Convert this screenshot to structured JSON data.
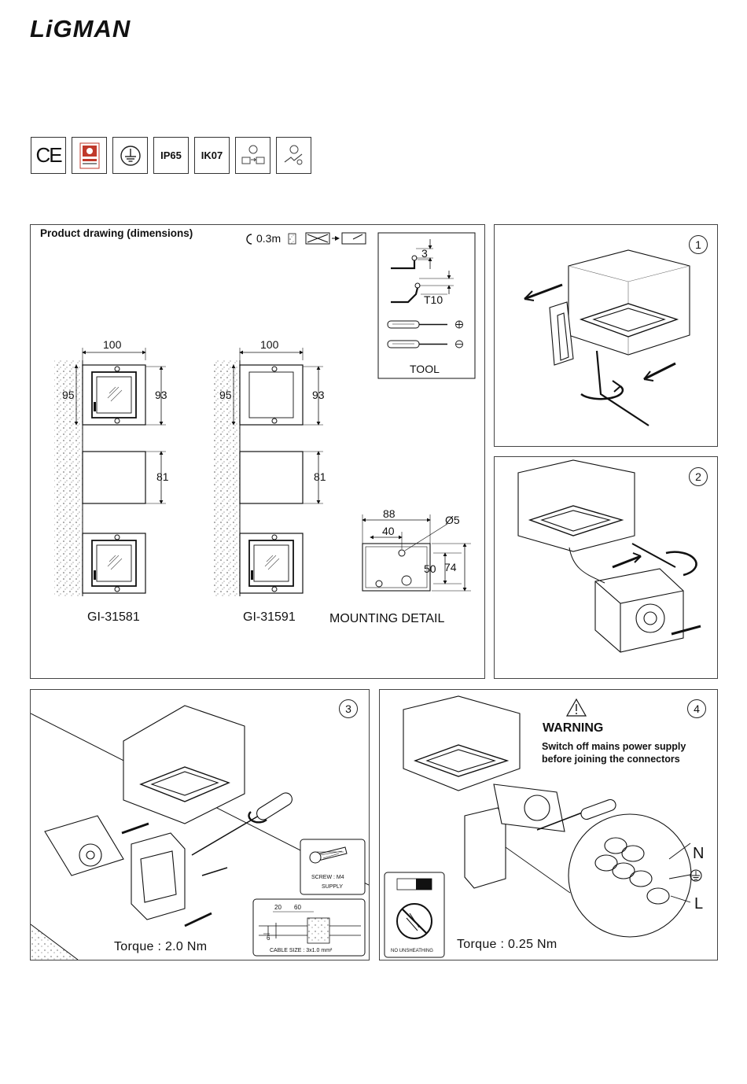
{
  "brand": {
    "logo_text": "LiGMAN"
  },
  "cert_icons": {
    "ce": "CE",
    "ip": "IP65",
    "ik": "IK07"
  },
  "product_panel": {
    "title": "Product drawing (dimensions)",
    "distance_label": "0.3m",
    "tool_label": "TOOL",
    "tool_sizes": [
      "3",
      "T10"
    ],
    "model_a": "GI-31581",
    "model_b": "GI-31591",
    "mounting_label": "MOUNTING DETAIL",
    "dims": {
      "width": "100",
      "h_left": "95",
      "h_right": "93",
      "depth": "81",
      "mount_w": "88",
      "mount_hole": "40",
      "mount_diam": "Ø5",
      "mount_h1": "50",
      "mount_h2": "74"
    }
  },
  "steps": {
    "s1": "1",
    "s2": "2",
    "s3": "3",
    "s4": "4"
  },
  "step3": {
    "torque": "Torque : 2.0 Nm",
    "screw_label": "SCREW : M4",
    "supply_label": "SUPPLY",
    "cable_dims": [
      "20",
      "60",
      "6"
    ],
    "cable_size": "CABLE SIZE : 3x1.0 mm²"
  },
  "step4": {
    "warning_title": "WARNING",
    "warning_line1": "Switch off mains power supply",
    "warning_line2": "before joining the connectors",
    "no_unsheathing": "NO UNSHEATHING",
    "torque": "Torque : 0.25 Nm",
    "terminal_n": "N",
    "terminal_l": "L"
  }
}
